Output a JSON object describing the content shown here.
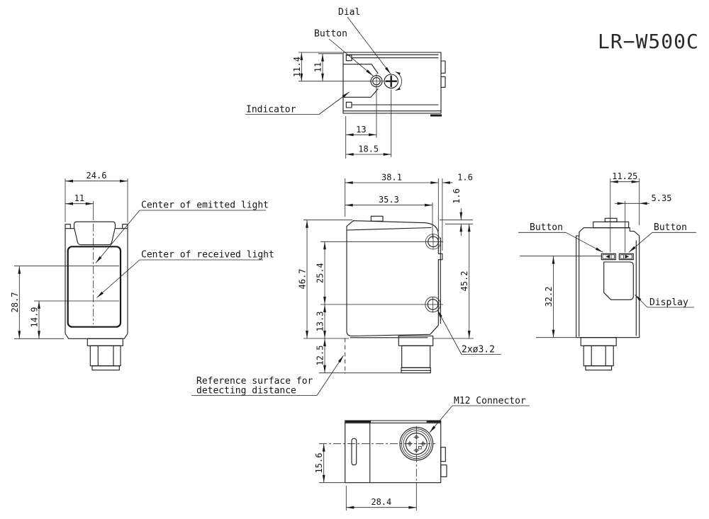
{
  "title": "LR−W500C",
  "top_view": {
    "dial": "Dial",
    "button": "Button",
    "indicator": "Indicator",
    "dim_top_width": "11.4",
    "dim_inner_width": "11",
    "dim_button_offset": "13",
    "dim_dial_offset": "18.5"
  },
  "front_view": {
    "emitted": "Center of emitted light",
    "received": "Center of received light",
    "dim_width": "24.6",
    "dim_center": "11",
    "dim_emitted_height": "28.7",
    "dim_received_height": "14.9"
  },
  "side_view": {
    "ref_surface_1": "Reference surface for",
    "ref_surface_2": "detecting distance",
    "holes": "2xø3.2",
    "dim_depth": "38.1",
    "dim_tab": "1.6",
    "dim_holes_x": "35.3",
    "dim_lip": "1.6",
    "dim_height": "46.7",
    "dim_hole_gap": "25.4",
    "dim_hole_to_bottom": "13.3",
    "dim_connector": "12.5",
    "dim_rear_height": "45.2"
  },
  "rear_view": {
    "button_left": "Button",
    "button_right": "Button",
    "display": "Display",
    "dim_buttons_span": "11.25",
    "dim_button_edge": "5.35",
    "dim_body_height": "32.2"
  },
  "bottom_view": {
    "m12": "M12 Connector",
    "dim_connector_y": "15.6",
    "dim_connector_x": "28.4"
  }
}
